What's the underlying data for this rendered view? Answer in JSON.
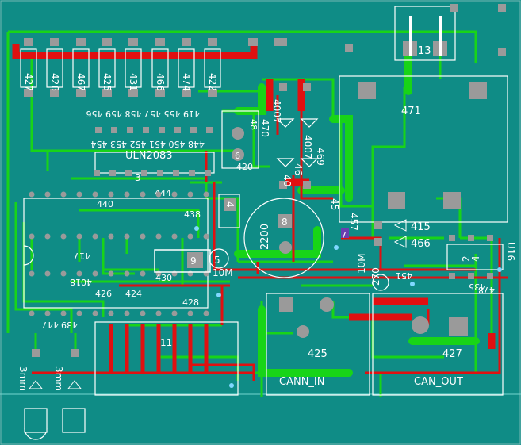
{
  "board": {
    "background": "#0f8c86",
    "colors": {
      "top_trace": "#e01010",
      "bottom_trace": "#18d418",
      "pad": "#9a9a9a",
      "silk": "#ffffff",
      "via": "#ff9a30"
    }
  },
  "labels": {
    "r427": "427",
    "r426": "426",
    "r467": "467",
    "r425": "425",
    "r431": "431",
    "r466": "466",
    "r474": "474",
    "r422": "422",
    "net_row": "419 455 457 458 459 456",
    "net_row2": "448 450 451 452 453 454",
    "uln_part": "ULN2083",
    "uln_ref": "3",
    "n444": "444",
    "n440": "440",
    "n438": "438",
    "n417": "417",
    "n418": "4018",
    "n424": "424",
    "n426b": "426",
    "n428": "428",
    "n447": "447",
    "n439": "439",
    "n11": "11",
    "cap_430": "430",
    "cap_5": "5",
    "res_10m": "10M",
    "reg_4": "4",
    "xtal_2200": "2200",
    "xtal_8": "8",
    "n420": "420",
    "n6": "6",
    "n48": "48",
    "n449": "4",
    "d_1n4007a": "4007",
    "d_1n4007b": "4007",
    "n469": "469",
    "n470": "470",
    "n1n": "40",
    "n4c": "46",
    "n13": "13",
    "n471": "471",
    "n45": "45",
    "n457": "457",
    "n7": "7",
    "n415": "415",
    "n466b": "466",
    "u16": "U16",
    "n2": "2",
    "n464": "4",
    "n435": "435",
    "n478": "478",
    "n451": "451",
    "n10m2": "10M",
    "n270": "270",
    "n425": "425",
    "can_in": "CANN_IN",
    "n427b": "427",
    "can_out": "CAN_OUT",
    "led_a": "3mm",
    "led_b": "3mm"
  }
}
